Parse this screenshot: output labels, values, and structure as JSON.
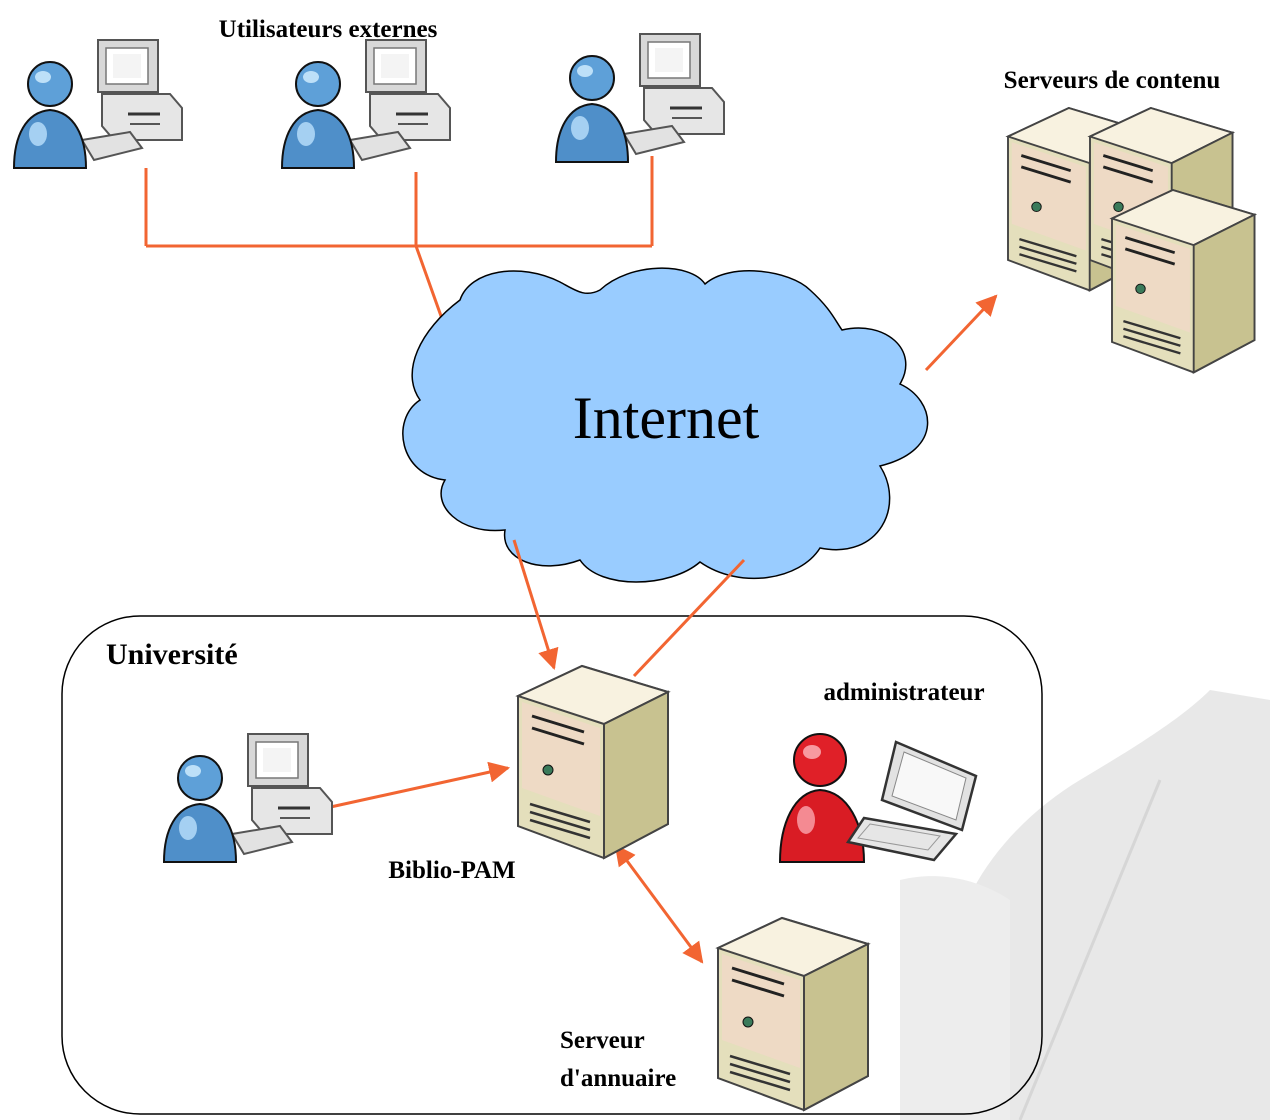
{
  "labels": {
    "external_users": "Utilisateurs externes",
    "content_servers": "Serveurs de contenu",
    "internet": "Internet",
    "university": "Université",
    "admin": "administrateur",
    "biblio_pam": "Biblio-PAM",
    "directory_server_line1": "Serveur",
    "directory_server_line2": "d'annuaire"
  },
  "colors": {
    "link": "#f26532",
    "cloud_fill": "#99ccff",
    "cloud_stroke": "#000000",
    "user_blue": "#4f8fc9",
    "user_red": "#e02028",
    "server_body": "#ece8c8",
    "leaf": "#e6e6e6"
  },
  "icons": {
    "user": "user-at-computer-icon",
    "admin": "admin-with-laptop-icon",
    "server": "server-tower-icon",
    "cloud": "cloud-icon"
  }
}
